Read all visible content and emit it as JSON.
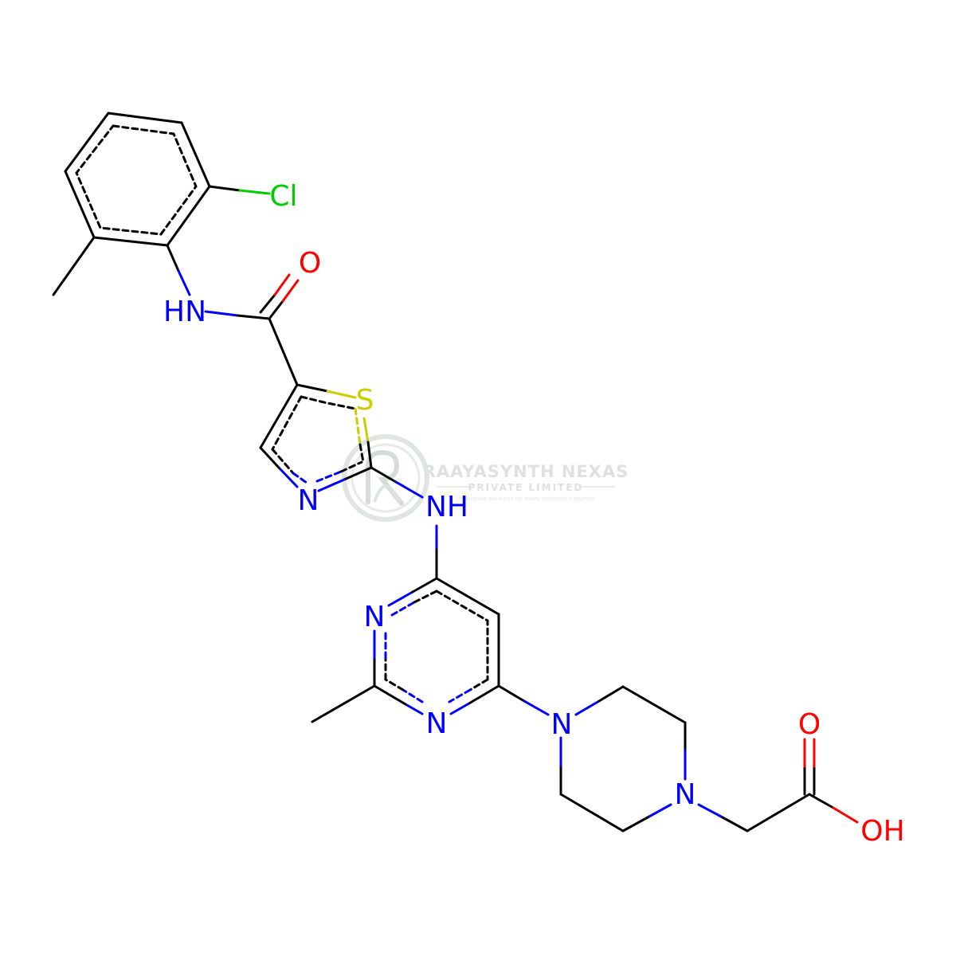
{
  "colors": {
    "carbon_bond": "#000000",
    "nitrogen": "#0000ff",
    "oxygen": "#ff0000",
    "sulfur": "#cccc00",
    "chlorine": "#00cc00",
    "watermark": "#d9dede",
    "watermark_logo": "#cfd8d2"
  },
  "atom_labels": {
    "cl": "Cl",
    "o_amide": "O",
    "hn_amide": "HN",
    "s_thiazole": "S",
    "n_thiazole": "N",
    "nh_linker": "NH",
    "n_pyr1": "N",
    "n_pyr3": "N",
    "n_pip1": "N",
    "n_pip4": "N",
    "o_acid": "O",
    "oh_acid": "OH"
  },
  "watermark": {
    "title": "RAAYASYNTH NEXAS",
    "subtitle": "PRIVATE LIMITED",
    "tagline": "Innovative solutions for every molecule's journey"
  }
}
